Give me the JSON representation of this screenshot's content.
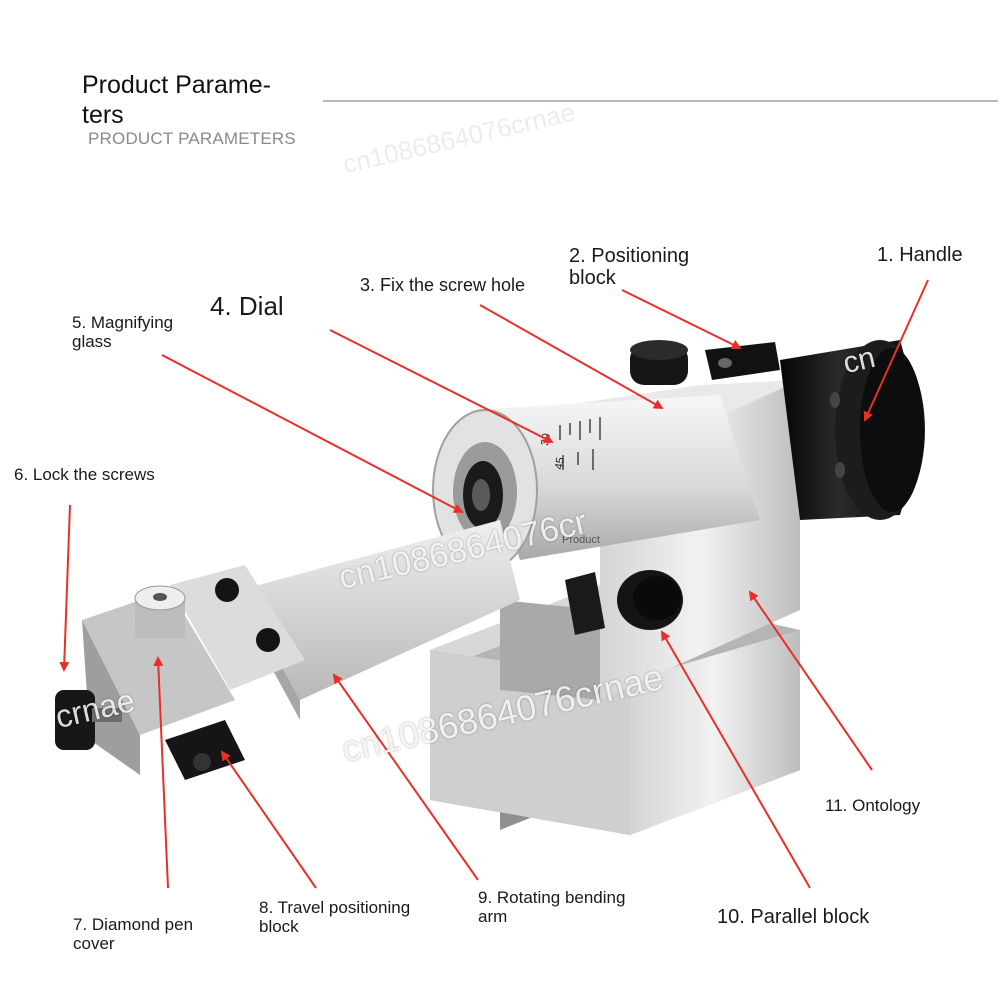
{
  "header": {
    "title": "Product Parame-\nters",
    "subtitle": "PRODUCT PARAMETERS"
  },
  "callouts": {
    "c1": "1. Handle",
    "c2": "2. Positioning\nblock",
    "c3": "3. Fix the screw hole",
    "c4": "4. Dial",
    "c5": "5. Magnifying\nglass",
    "c6": "6. Lock the screws",
    "c7": "7. Diamond pen\ncover",
    "c8": "8. Travel positioning\nblock",
    "c9": "9. Rotating bending\narm",
    "c10": "10. Parallel block",
    "c11": "11. Ontology"
  },
  "product_label": "Product",
  "watermarks": {
    "w1": "cn1086864076cr",
    "w2": "cn1086864076crnae",
    "w3": "crnae",
    "w4": "cn1086864076crnae",
    "w5": "cn"
  },
  "colors": {
    "arrow": "#e8302a",
    "metal_light": "#e4e4e4",
    "metal_mid": "#c8c8c8",
    "metal_dark": "#9a9a9a",
    "black_part": "#161616",
    "rule": "#b9b9b9"
  }
}
